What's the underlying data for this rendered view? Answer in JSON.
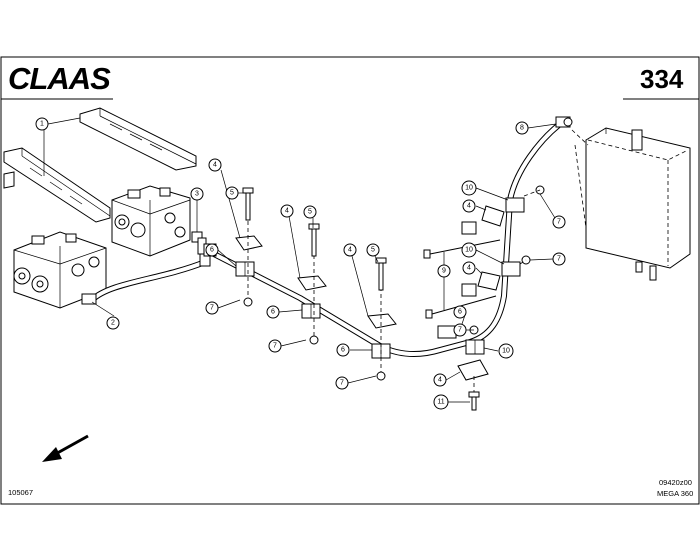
{
  "header": {
    "brand": "CLAAS",
    "page_number": "334"
  },
  "footer": {
    "left_code": "105067",
    "right_code": "09420z00",
    "model": "MEGA 360"
  },
  "callouts": [
    "1",
    "2",
    "3",
    "4",
    "5",
    "6",
    "7",
    "8",
    "9",
    "10",
    "11"
  ]
}
